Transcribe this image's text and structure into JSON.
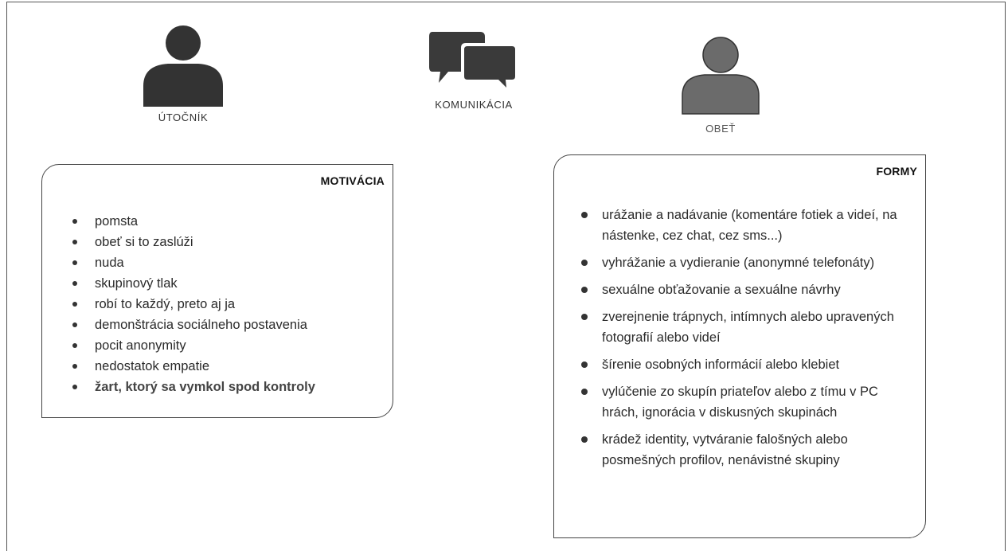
{
  "attacker": {
    "label": "ÚTOČNÍK",
    "icon": "person-icon",
    "color": "#333333"
  },
  "communication": {
    "label": "KOMUNIKÁCIA",
    "icon": "speech-bubbles-icon",
    "color": "#3a3a3a"
  },
  "victim": {
    "label": "OBEŤ",
    "icon": "person-icon",
    "color": "#6b6b6b"
  },
  "motivation": {
    "title": "MOTIVÁCIA",
    "items": [
      "pomsta",
      "obeť si to zaslúži",
      "nuda",
      "skupinový tlak",
      "robí to každý, preto aj ja",
      "demonštrácia sociálneho postavenia",
      "pocit anonymity",
      "nedostatok empatie",
      "žart, ktorý sa vymkol spod kontroly"
    ]
  },
  "forms": {
    "title": "FORMY",
    "items": [
      "urážanie a nadávanie (komentáre fotiek a videí, na nástenke, cez chat, cez sms...)",
      "vyhrážanie a vydieranie (anonymné telefonáty)",
      "sexuálne obťažovanie a sexuálne návrhy",
      "zverejnenie trápnych, intímnych alebo upravených fotografií alebo videí",
      "šírenie osobných informácií alebo klebiet",
      "vylúčenie zo skupín priateľov alebo z tímu v PC hrách, ignorácia v diskusných skupinách",
      "krádež identity, vytváranie falošných alebo posmešných profilov, nenávistné skupiny"
    ]
  }
}
